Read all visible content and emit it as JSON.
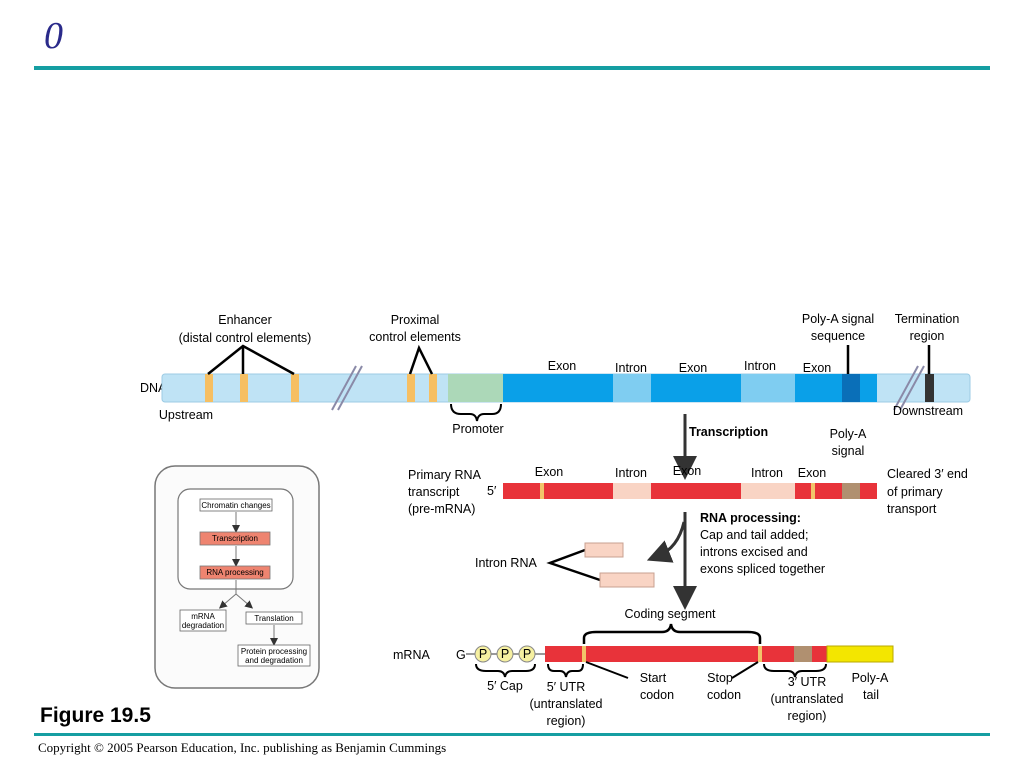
{
  "slide": {
    "number": "0"
  },
  "figure": {
    "title": "Figure 19.5"
  },
  "footer": {
    "copyright": "Copyright © 2005 Pearson Education, Inc. publishing as Benjamin Cummings"
  },
  "dna": {
    "label": "DNA",
    "upstream": "Upstream",
    "downstream": "Downstream",
    "enhancer": [
      "Enhancer",
      "(distal control elements)"
    ],
    "proximal": [
      "Proximal",
      "control elements"
    ],
    "promoter": "Promoter",
    "polya_signal_seq": [
      "Poly-A signal",
      "sequence"
    ],
    "termination": [
      "Termination",
      "region"
    ],
    "segments": [
      "Exon",
      "Intron",
      "Exon",
      "Intron",
      "Exon"
    ]
  },
  "transcription": {
    "label": "Transcription",
    "polya_signal": [
      "Poly-A",
      "signal"
    ]
  },
  "pre_mrna": {
    "label": [
      "Primary RNA",
      "transcript",
      "(pre-mRNA)"
    ],
    "five_prime": "5′",
    "segments": [
      "Exon",
      "Intron",
      "Exon",
      "Intron",
      "Exon"
    ],
    "cleared": [
      "Cleared 3′ end",
      "of primary",
      "transport"
    ]
  },
  "processing": {
    "title": "RNA processing:",
    "lines": [
      "Cap and tail added;",
      "introns excised and",
      "exons spliced together"
    ],
    "intron_rna": "Intron RNA"
  },
  "mrna": {
    "label": "mRNA",
    "g": "G",
    "p": "P",
    "coding_segment": "Coding segment",
    "five_cap": "5′ Cap",
    "five_utr": [
      "5′ UTR",
      "(untranslated",
      "region)"
    ],
    "start_codon": [
      "Start",
      "codon"
    ],
    "stop_codon": [
      "Stop",
      "codon"
    ],
    "three_utr": [
      "3′ UTR",
      "(untranslated",
      "region)"
    ],
    "polya_tail": [
      "Poly-A",
      "tail"
    ]
  },
  "overview": {
    "chromatin": "Chromatin changes",
    "transcription": "Transcription",
    "rna_processing": "RNA processing",
    "mrna_degradation": [
      "mRNA",
      "degradation"
    ],
    "translation": "Translation",
    "protein_processing": [
      "Protein processing",
      "and degradation"
    ]
  },
  "colors": {
    "dna_bg": "#bfe3f5",
    "exon_blue": "#0aa0e8",
    "intron_lightblue": "#7fcdf1",
    "promoter_green": "#acd8b8",
    "control_orange": "#f6bf62",
    "rna_red": "#e8333a",
    "intron_pink": "#f9d4c4",
    "polya_yellow": "#f3e600",
    "teal_rule": "#159ea2"
  }
}
